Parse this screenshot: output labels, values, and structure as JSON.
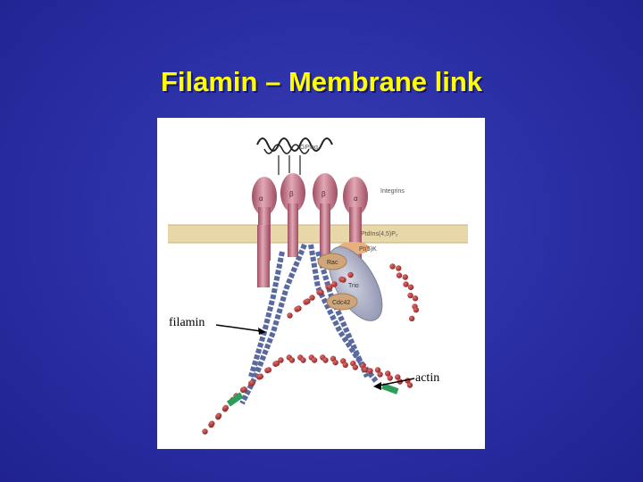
{
  "slide": {
    "title": "Filamin – Membrane link",
    "background_color": "#2a2ea3",
    "title_color": "#ffff00"
  },
  "figure": {
    "labels": {
      "gp1ba": "GPIbα",
      "alpha_left": "α",
      "beta_left": "β",
      "beta_right": "β",
      "alpha_right": "α",
      "integrins": "Integrins",
      "ptdins": "PtdIns(4,5)P₂",
      "pi5k": "PI(5)K",
      "rac": "Rac",
      "trio": "Trio",
      "cdc42": "Cdc42"
    }
  },
  "callouts": {
    "filamin": "filamin",
    "actin": "actin"
  },
  "colors": {
    "receptor": "#c97b8c",
    "membrane": "#e8d7a8",
    "filamin": "#5a6aa0",
    "actin": "#b83a3a",
    "trio": "#a8acc4",
    "gtpase": "#cfa57a",
    "marker": "#2e9c5a"
  }
}
